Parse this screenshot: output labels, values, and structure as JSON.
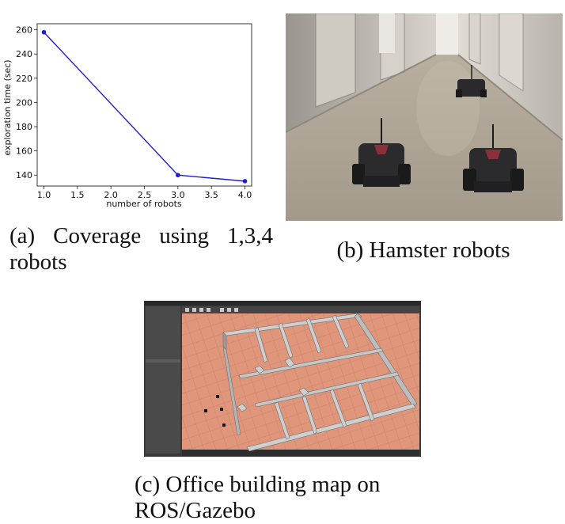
{
  "figure": {
    "captions": {
      "a": "(a) Coverage using 1,3,4 robots",
      "b": "(b) Hamster robots",
      "c": "(c) Office building map on ROS/Gazebo"
    }
  },
  "chart_data": {
    "type": "line",
    "title": "",
    "xlabel": "number of robots",
    "ylabel": "exploration time (sec)",
    "x": [
      1.0,
      3.0,
      4.0
    ],
    "series": [
      {
        "name": "",
        "values": [
          258,
          140,
          135
        ],
        "color": "#1f1fd0"
      }
    ],
    "xlim": [
      0.9,
      4.1
    ],
    "ylim": [
      131,
      265
    ],
    "xticks": [
      "1.0",
      "1.5",
      "2.0",
      "2.5",
      "3.0",
      "3.5",
      "4.0"
    ],
    "yticks": [
      "140",
      "160",
      "180",
      "200",
      "220",
      "240",
      "260"
    ],
    "grid": false
  }
}
